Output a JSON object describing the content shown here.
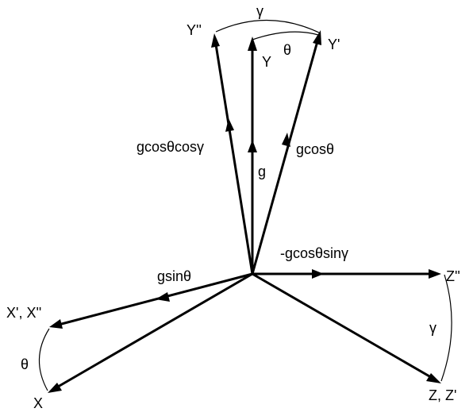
{
  "diagram": {
    "axis_labels": {
      "y_double_prime": "Y''",
      "y": "Y",
      "y_prime": "Y'",
      "x_prime_x_double_prime": "X', X''",
      "x": "X",
      "z_double_prime": "Z''",
      "z_z_prime": "Z, Z'"
    },
    "component_labels": {
      "g": "g",
      "g_cos_theta": "gcosθ",
      "g_cos_theta_cos_gamma": "gcosθcosγ",
      "g_sin_theta": "gsinθ",
      "neg_g_cos_theta_sin_gamma": "-gcosθsinγ"
    },
    "angle_labels": {
      "gamma_top": "γ",
      "theta_top": "θ",
      "theta_left": "θ",
      "gamma_right": "γ"
    },
    "colors": {
      "stroke": "#000000",
      "background": "#ffffff"
    }
  }
}
